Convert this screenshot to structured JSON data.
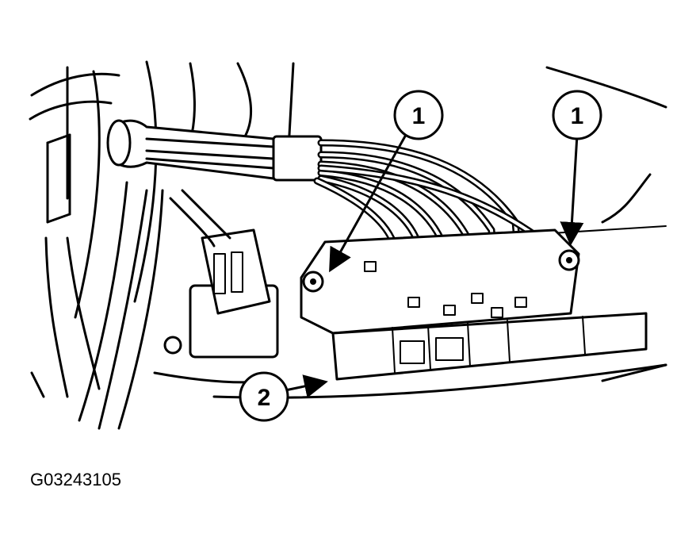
{
  "figure": {
    "id_label": "G03243105"
  },
  "callouts": [
    {
      "label": "1"
    },
    {
      "label": "1"
    },
    {
      "label": "2"
    }
  ]
}
